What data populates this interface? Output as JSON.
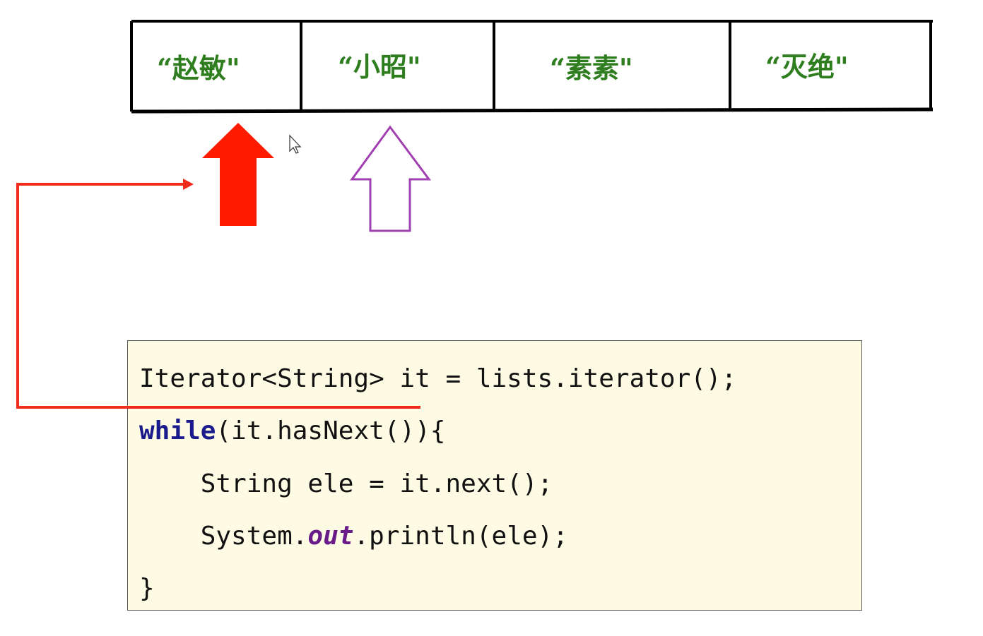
{
  "list_cells": [
    {
      "text": "“赵敏\""
    },
    {
      "text": "“小昭\""
    },
    {
      "text": "“素素\""
    },
    {
      "text": "“灭绝\""
    }
  ],
  "code": {
    "line1": "Iterator<String> it = lists.iterator();",
    "line2_keyword": "while",
    "line2_rest": "(it.hasNext()){",
    "line3": "    String ele = it.next();",
    "line4_prefix": "    System.",
    "line4_field": "out",
    "line4_suffix": ".println(ele);",
    "line5": "}"
  },
  "colors": {
    "cell_text": "#2e7d1e",
    "red_arrow": "#ff1a00",
    "purple_arrow": "#a040b0",
    "code_bg": "#fdfbe3",
    "keyword": "#1a1a8c",
    "field": "#6a1b8a"
  },
  "icons": {
    "cursor": "mouse-pointer-icon"
  }
}
